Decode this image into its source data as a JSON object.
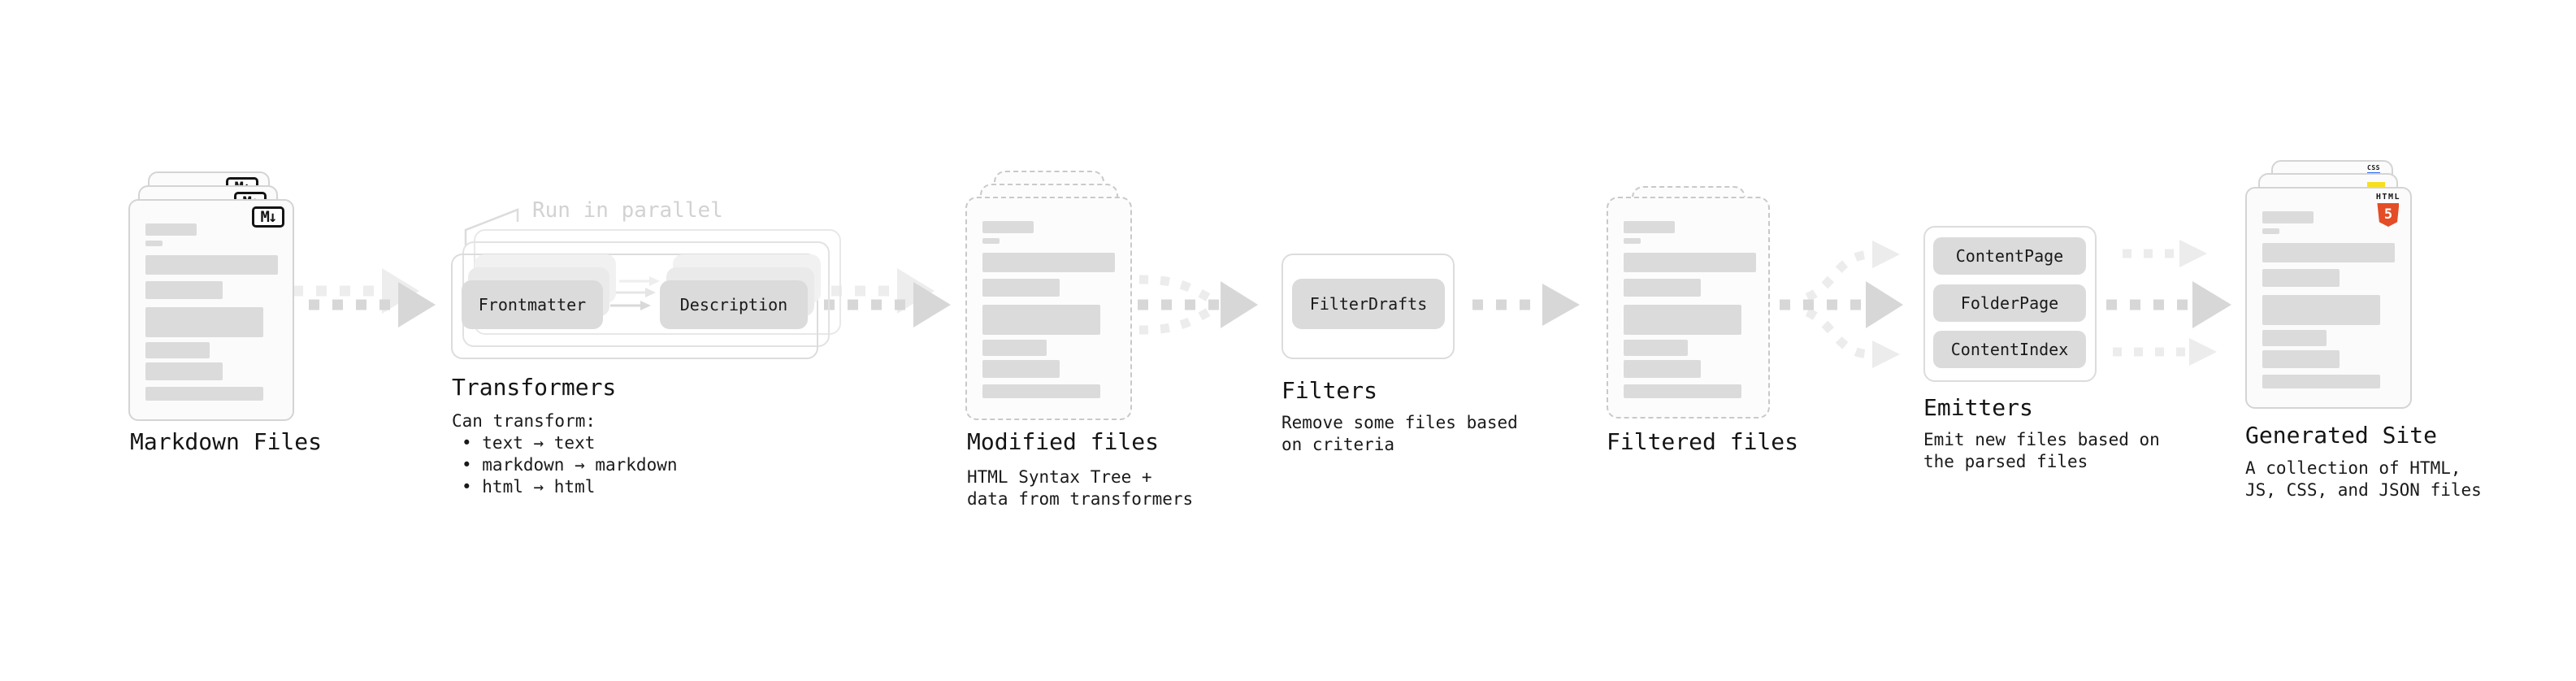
{
  "stages": {
    "markdown_files": {
      "label": "Markdown Files",
      "badge": "M↓"
    },
    "transformers": {
      "label": "Transformers",
      "annotation": "Run in parallel",
      "plugins": [
        "Frontmatter",
        "Description"
      ],
      "note_title": "Can transform:",
      "bullets": [
        "• text → text",
        "• markdown → markdown",
        "• html → html"
      ]
    },
    "modified_files": {
      "label": "Modified files",
      "description": [
        "HTML Syntax Tree +",
        "data from transformers"
      ]
    },
    "filters": {
      "label": "Filters",
      "plugins": [
        "FilterDrafts"
      ],
      "description": [
        "Remove some files based",
        "on criteria"
      ]
    },
    "filtered_files": {
      "label": "Filtered files"
    },
    "emitters": {
      "label": "Emitters",
      "plugins": [
        "ContentPage",
        "FolderPage",
        "ContentIndex"
      ],
      "description": [
        "Emit new files based on",
        "the parsed files"
      ]
    },
    "generated_site": {
      "label": "Generated Site",
      "description": [
        "A collection of HTML,",
        "JS, CSS, and JSON files"
      ],
      "badges": {
        "html_word": "HTML",
        "html_number": "5",
        "css": "CSS"
      }
    }
  },
  "colors": {
    "html5_orange": "#e44d26",
    "js_yellow": "#f7df1e",
    "css_blue": "#2965f1",
    "arrow_gray": "#d7d7d7",
    "arrow_light": "#ededed",
    "skeleton_gray": "#dbdbdb"
  }
}
